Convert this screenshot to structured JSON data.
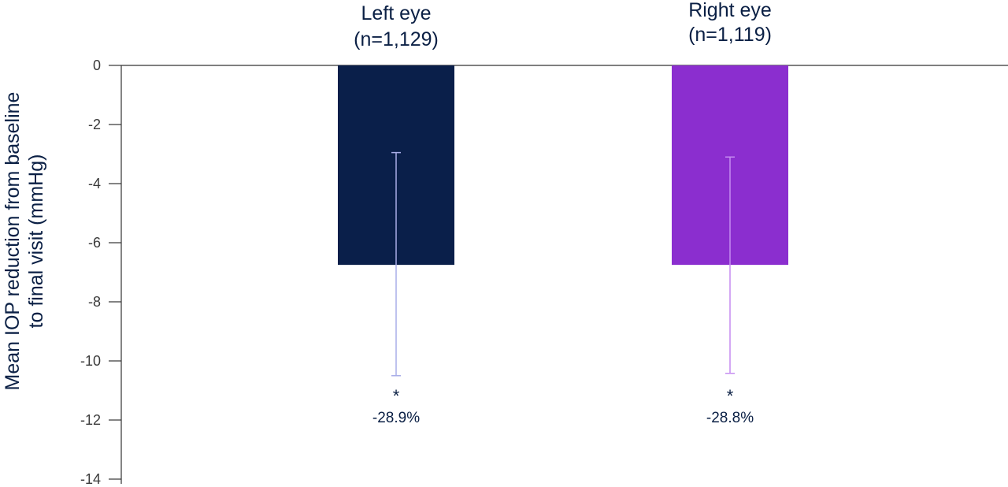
{
  "chart_data": {
    "type": "bar",
    "categories": [
      "Left eye\n(n=1,129)",
      "Right eye\n(n=1,119)"
    ],
    "category_lines": [
      [
        "Left eye",
        "(n=1,129)"
      ],
      [
        "Right eye",
        "(n=1,119)"
      ]
    ],
    "values": [
      -6.75,
      -6.75
    ],
    "error_bars": [
      [
        -10.5,
        -2.95
      ],
      [
        -10.42,
        -3.1
      ]
    ],
    "annotations": [
      {
        "star": "*",
        "text": "-28.9%"
      },
      {
        "star": "*",
        "text": "-28.8%"
      }
    ],
    "bar_colors": [
      "#0a1f4a",
      "#8b2ecf"
    ],
    "error_colors": [
      "#a9aee8",
      "#c58cf0"
    ],
    "ylabel_lines": [
      "Mean IOP reduction from baseline",
      "to final visit (mmHg)"
    ],
    "ylim": [
      -14,
      0
    ],
    "yticks": [
      0,
      -2,
      -4,
      -6,
      -8,
      -10,
      -12,
      -14
    ],
    "ytick_labels": [
      "0",
      "-2",
      "-4",
      "-6",
      "-8",
      "-10",
      "-12",
      "-14"
    ],
    "grid": false
  }
}
